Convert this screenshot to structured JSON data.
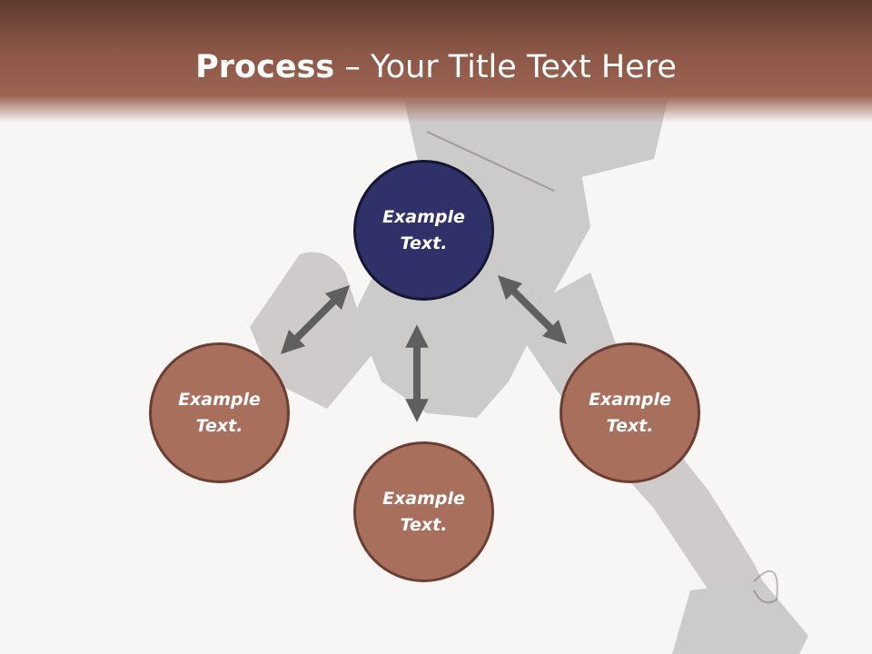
{
  "slide": {
    "title_bold": "Process",
    "title_rest": " – Your Title Text Here"
  },
  "diagram": {
    "top_node": "Example Text.",
    "left_node": "Example Text.",
    "bottom_node": "Example Text.",
    "right_node": "Example Text."
  },
  "colors": {
    "title_band": "#9c6352",
    "node_fill": "#a96f5d",
    "node_border": "#6b3e31",
    "center_fill": "#303168",
    "arrow": "#5f5f5f"
  },
  "icons": {
    "arrow_shape": "double-headed-arrow"
  }
}
